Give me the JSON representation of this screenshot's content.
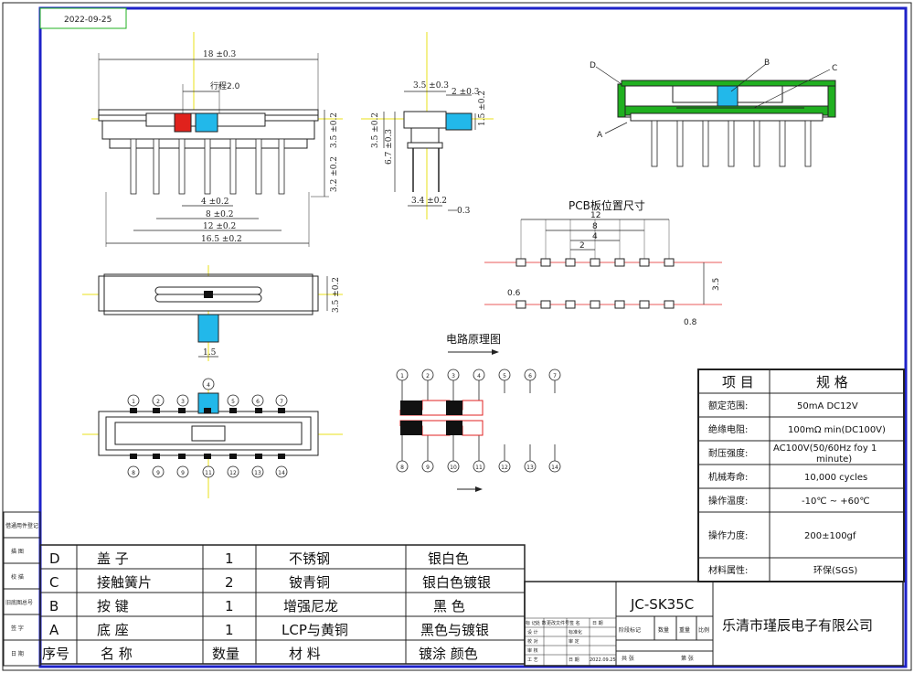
{
  "date": "2022-09-25",
  "side_labels": [
    "借通用件登记",
    "描 图",
    "校 描",
    "旧底图总号",
    "签 字",
    "日 期"
  ],
  "dimensions": {
    "overall_length": "18 ±0.3",
    "travel": "行程2.0",
    "body_height": "3.5 ±0.2",
    "pin_length": "3.2 ±0.2",
    "pitch_4": "4 ±0.2",
    "pitch_8": "8 ±0.2",
    "pitch_12": "12 ±0.2",
    "pitch_16_5": "16.5 ±0.2",
    "side_width": "3.5 ±0.3",
    "side_knob": "2 ±0.3",
    "side_knob_h": "1.5 ±0.2",
    "side_h1": "3.5 ±0.2",
    "side_h2": "6.7 ±0.3",
    "side_base": "3.4 ±0.2",
    "side_pin": "0.3",
    "top_width": "3.5 ±0.2",
    "knob_width": "1.5"
  },
  "labels": {
    "D": "D",
    "B": "B",
    "C": "C",
    "A": "A",
    "pcb_title": "PCB板位置尺寸",
    "pcb_12": "12",
    "pcb_8": "8",
    "pcb_4": "4",
    "pcb_2": "2",
    "pcb_3_5": "3.5",
    "pcb_0_6": "0.6",
    "pcb_0_8": "0.8",
    "circuit_title": "电路原理图"
  },
  "pins_top": [
    "1",
    "2",
    "3",
    "4",
    "5",
    "6",
    "7"
  ],
  "pins_bottom": [
    "8",
    "9",
    "10",
    "11",
    "12",
    "13",
    "14"
  ],
  "front_top_pins": [
    "1",
    "2",
    "3",
    "5",
    "6",
    "7"
  ],
  "front_bottom_pins": [
    "8",
    "9",
    "9",
    "11",
    "12",
    "13",
    "14"
  ],
  "front_knob_pin": "4",
  "spec_table": {
    "header": [
      "项 目",
      "规 格"
    ],
    "rows": [
      [
        "额定范围:",
        "50mA DC12V"
      ],
      [
        "绝缘电阻:",
        "100mΩ min(DC100V)"
      ],
      [
        "耐压强度:",
        "AC100V(50/60Hz foy 1",
        "minute)"
      ],
      [
        "机械寿命:",
        "10,000 cycles"
      ],
      [
        "操作温度:",
        "-10℃ ~ +60℃"
      ],
      [
        "操作力度:",
        "200±100gf"
      ],
      [
        "材料属性:",
        "环保(SGS)"
      ]
    ]
  },
  "bom_table": {
    "header": [
      "序号",
      "名 称",
      "数量",
      "材 料",
      "镀涂 颜色"
    ],
    "rows": [
      [
        "D",
        "盖 子",
        "1",
        "不锈钢",
        "银白色"
      ],
      [
        "C",
        "接触簧片",
        "2",
        "铍青铜",
        "银白色镀银"
      ],
      [
        "B",
        "按 键",
        "1",
        "增强尼龙",
        "黑 色"
      ],
      [
        "A",
        "底 座",
        "1",
        "LCP与黄铜",
        "黑色与镀银"
      ]
    ]
  },
  "title_block": {
    "part_no": "JC-SK35C",
    "company": "乐清市瑾辰电子有限公司",
    "stage": "阶段标记",
    "qty": "数量",
    "weight": "重量",
    "scale": "比例",
    "total": "共 张",
    "sheet": "第 张",
    "rev_labels": [
      "标 记",
      "处 数",
      "更改文件号",
      "签 名",
      "日 期"
    ],
    "role_labels": [
      "设 计",
      "标准化",
      "校 对",
      "审 定",
      "审 核",
      "工 艺",
      "日 期"
    ],
    "role_date": "2022.09.25"
  },
  "colors": {
    "frame": "#1e22c8",
    "red_key": "#e0221c",
    "cyan_key": "#22b8ea",
    "green_cover": "#20b020",
    "dim_yellow": "#e8e018",
    "red_contact": "#e02020"
  }
}
